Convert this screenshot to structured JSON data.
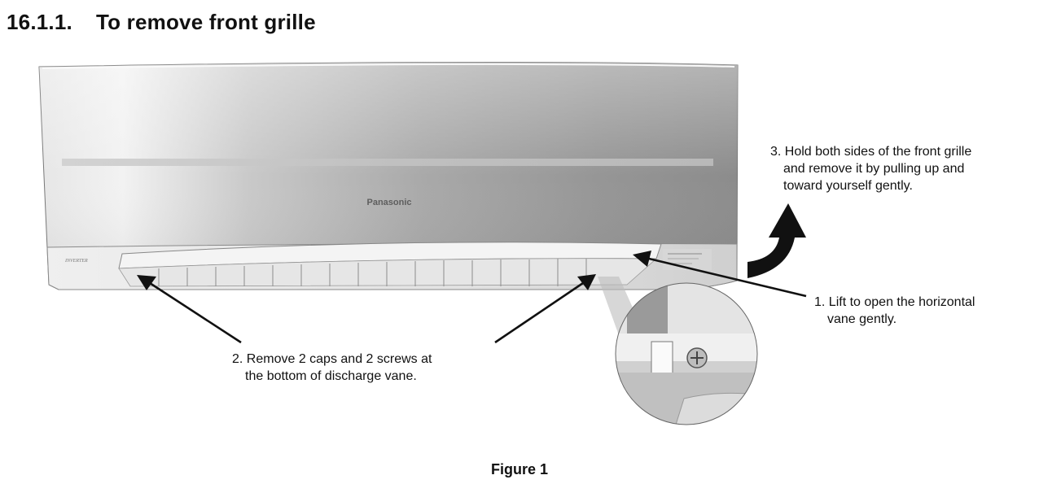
{
  "section": {
    "number": "16.1.1.",
    "title": "To remove front grille"
  },
  "unit": {
    "brand_label": "Panasonic",
    "badge_label": "INVERTER"
  },
  "callouts": {
    "step3": {
      "line1": "3. Hold both sides of the front grille",
      "line2": "and remove it by pulling up and",
      "line3": "toward yourself gently."
    },
    "step1": {
      "line1": "1. Lift to open the horizontal",
      "line2": "vane gently."
    },
    "step2": {
      "line1": "2. Remove 2 caps and 2 screws at",
      "line2": "the bottom of discharge vane."
    }
  },
  "caption": "Figure 1",
  "colors": {
    "arrow": "#111111",
    "panel_light": "#e9e9e9",
    "panel_dark": "#8a8a8a"
  }
}
